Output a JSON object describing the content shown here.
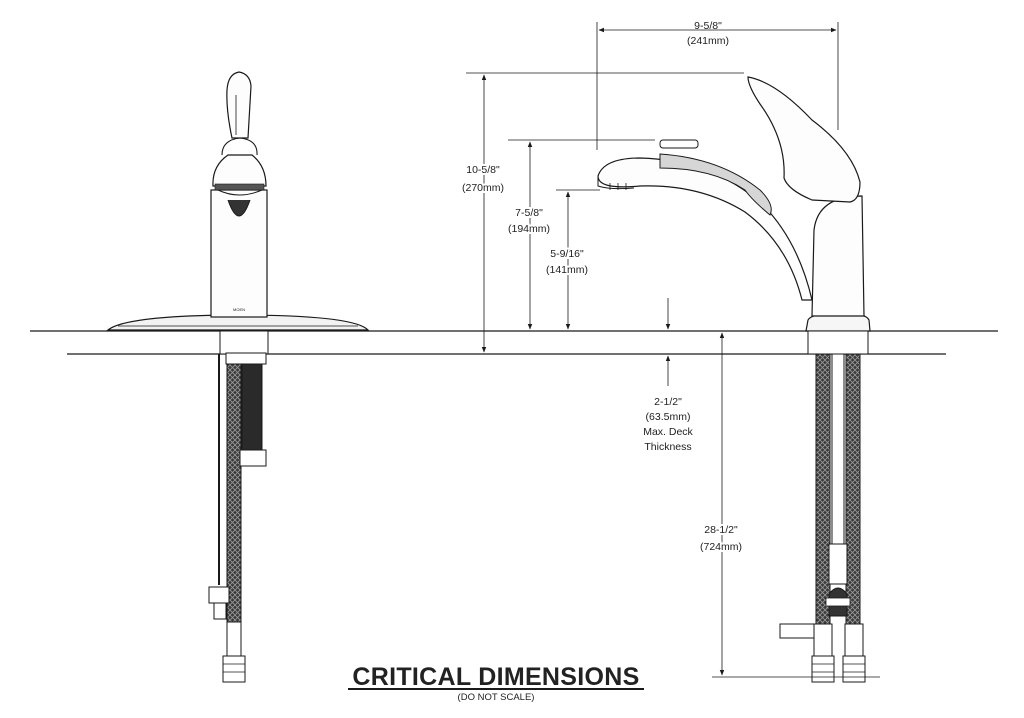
{
  "title": "CRITICAL DIMENSIONS",
  "subtitle": "(DO NOT SCALE)",
  "brand_mark": "MOEN",
  "dimensions": {
    "spout_reach": {
      "imperial": "9-5/8\"",
      "metric": "(241mm)"
    },
    "overall_height": {
      "imperial": "10-5/8\"",
      "metric": "(270mm)"
    },
    "spout_height": {
      "imperial": "7-5/8\"",
      "metric": "(194mm)"
    },
    "aerator_height": {
      "imperial": "5-9/16\"",
      "metric": "(141mm)"
    },
    "deck_thickness": {
      "imperial": "2-1/2\"",
      "metric": "(63.5mm)",
      "note_line1": "Max. Deck",
      "note_line2": "Thickness"
    },
    "supply_length": {
      "imperial": "28-1/2\"",
      "metric": "(724mm)"
    }
  }
}
